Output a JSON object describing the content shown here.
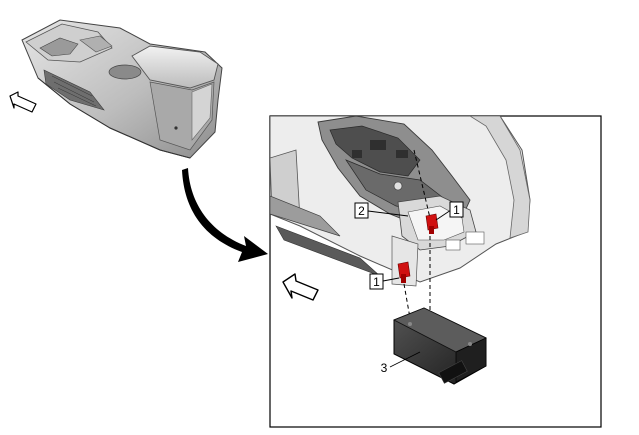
{
  "callouts": {
    "c1_upper": "1",
    "c2": "2",
    "c1_lower": "1",
    "c3": "3"
  },
  "colors": {
    "console_light": "#d9d9d9",
    "console_mid": "#a6a6a6",
    "console_dark": "#4a4a4a",
    "module_body": "#2b2b2b",
    "fastener_red": "#d01010",
    "line": "#000000"
  },
  "icons": {
    "forward_arrow": "forward-direction-arrow-icon",
    "transition_arrow": "curved-pointer-arrow-icon"
  }
}
